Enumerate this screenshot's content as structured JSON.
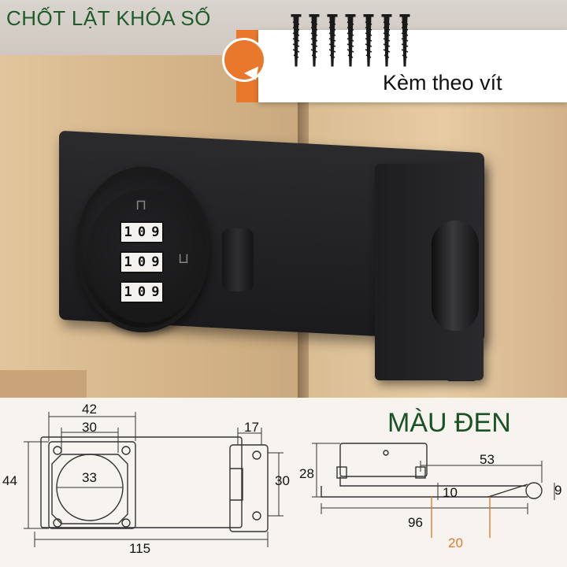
{
  "header": {
    "title": "CHỐT LẬT KHÓA SỐ",
    "note": "Kèm theo vít",
    "accent_color": "#e8792c",
    "title_color": "#1f5c2a"
  },
  "product": {
    "code_rows": [
      [
        "1",
        "0",
        "9"
      ],
      [
        "1",
        "0",
        "9"
      ],
      [
        "1",
        "0",
        "9"
      ]
    ],
    "color_label": "MÀU ĐEN"
  },
  "dimensions": {
    "front_width_outer": "42",
    "front_width_inner": "30",
    "dial_diameter": "33",
    "height": "44",
    "total_length": "115",
    "hasp_width": "17",
    "hasp_height": "30",
    "side_height": "28",
    "side_overhang": "53",
    "side_thickness": "10",
    "hinge_height": "9",
    "side_length": "96",
    "hinge_offset": "20"
  }
}
